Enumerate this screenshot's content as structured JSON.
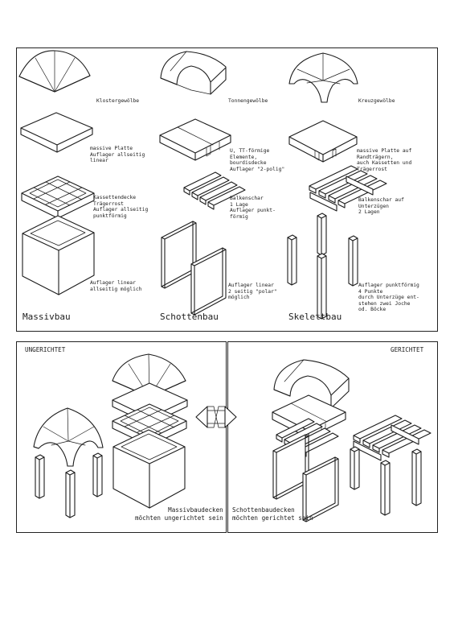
{
  "top": {
    "labels": {
      "klostergewoelbe": "Klostergewölbe",
      "massive_platte_linear": "massive Platte\nAuflager allseitig\nlinear",
      "kassettendecke": "Kassettendecke\nTrägerrost\nAuflager allseitig\npunktförmig",
      "auflager_linear_allseitig": "Auflager linear\nallseitig möglich",
      "tonnengewoelbe": "Tonnengewölbe",
      "u_tt_elemente": "U, TT-förmige\nElemente,\nbourdisdecke\nAuflager \"2-polig\"",
      "balkenschar_1_lage": "Balkenschar\n1 Lage\nAuflager punkt-\nförmig",
      "auflager_linear_2seitig": "Auflager linear\n2 seitig \"polar\"\nmöglich",
      "kreuzgewoelbe": "Kreuzgewölbe",
      "massive_platte_randtraeger": "massive Platte auf\nRandträgern,\nauch Kassetten und\nTrägerrost",
      "balkenschar_2_lagen": "Balkenschar auf\nUnterzügen\n2 Lagen",
      "auflager_punktfoermig": "Auflager punktförmig\n4 Punkte\ndurch Unterzüge ent-\nstehen zwei Joche\nod. Böcke"
    },
    "headings": {
      "massivbau": "Massivbau",
      "schottenbau": "Schottenbau",
      "skelettbau": "Skelettbau"
    }
  },
  "bottom_left": {
    "heading": "UNGERICHTET",
    "caption": "Massivbaudecken\nmöchten ungerichtet sein"
  },
  "bottom_right": {
    "heading": "GERICHTET",
    "caption": "Schottenbaudecken\nmöchten gerichtet sein"
  },
  "icons": {
    "exchange_arrows": "double-arrow-icon"
  }
}
